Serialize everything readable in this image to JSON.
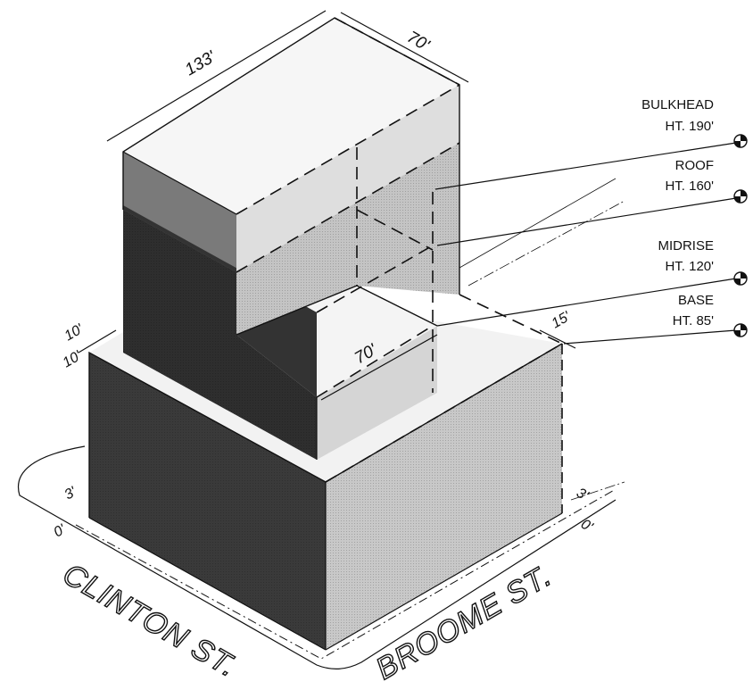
{
  "levels": [
    {
      "name": "BULKHEAD",
      "height": "HT. 190'"
    },
    {
      "name": "ROOF",
      "height": "HT. 160'"
    },
    {
      "name": "MIDRISE",
      "height": "HT. 120'"
    },
    {
      "name": "BASE",
      "height": "HT. 85'"
    }
  ],
  "dimensions": {
    "tower_length": "133'",
    "tower_width": "70'",
    "midrise_width": "70'",
    "setback_clinton_a": "10'",
    "setback_clinton_b": "10'",
    "setback_broome": "15'",
    "base_offset_left": "3'",
    "base_offset_right": "3'",
    "zero_left": "0'",
    "zero_right": "0'"
  },
  "streets": {
    "clinton": "CLINTON ST.",
    "broome": "BROOME ST."
  },
  "colors": {
    "dark_face": "#3a3a3a",
    "mid_face": "#8a8a8a",
    "light_face": "#c8c8c8",
    "lighter_face": "#dcdcdc",
    "top_face": "#f2f2f2",
    "line": "#111111"
  }
}
